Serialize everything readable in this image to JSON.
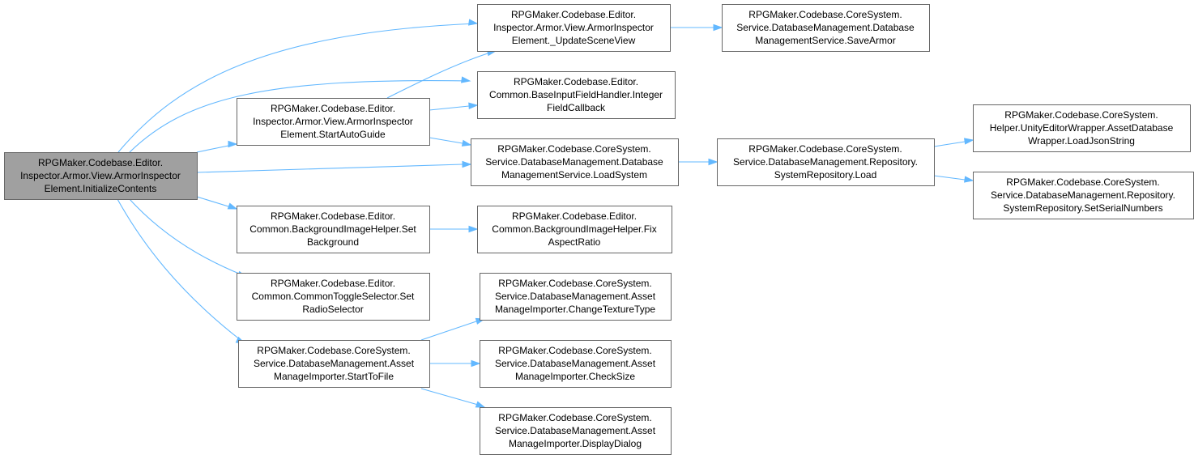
{
  "colors": {
    "edge": "#63b8ff",
    "root_fill": "#a0a0a0",
    "node_fill": "#ffffff",
    "node_border": "#666666"
  },
  "nodes": [
    {
      "id": "n0",
      "lines": [
        "RPGMaker.Codebase.Editor.",
        "Inspector.Armor.View.ArmorInspector",
        "Element.InitializeContents"
      ],
      "root": true
    },
    {
      "id": "n1",
      "lines": [
        "RPGMaker.Codebase.Editor.",
        "Inspector.Armor.View.ArmorInspector",
        "Element._UpdateSceneView"
      ]
    },
    {
      "id": "n2",
      "lines": [
        "RPGMaker.Codebase.CoreSystem.",
        "Service.DatabaseManagement.Database",
        "ManagementService.SaveArmor"
      ]
    },
    {
      "id": "n3",
      "lines": [
        "RPGMaker.Codebase.Editor.",
        "Common.BaseInputFieldHandler.Integer",
        "FieldCallback"
      ]
    },
    {
      "id": "n4",
      "lines": [
        "RPGMaker.Codebase.Editor.",
        "Inspector.Armor.View.ArmorInspector",
        "Element.StartAutoGuide"
      ]
    },
    {
      "id": "n5",
      "lines": [
        "RPGMaker.Codebase.CoreSystem.",
        "Service.DatabaseManagement.Database",
        "ManagementService.LoadSystem"
      ]
    },
    {
      "id": "n6",
      "lines": [
        "RPGMaker.Codebase.CoreSystem.",
        "Service.DatabaseManagement.Repository.",
        "SystemRepository.Load"
      ]
    },
    {
      "id": "n7",
      "lines": [
        "RPGMaker.Codebase.CoreSystem.",
        "Helper.UnityEditorWrapper.AssetDatabase",
        "Wrapper.LoadJsonString"
      ]
    },
    {
      "id": "n8",
      "lines": [
        "RPGMaker.Codebase.CoreSystem.",
        "Service.DatabaseManagement.Repository.",
        "SystemRepository.SetSerialNumbers"
      ]
    },
    {
      "id": "n9",
      "lines": [
        "RPGMaker.Codebase.Editor.",
        "Common.BackgroundImageHelper.Set",
        "Background"
      ]
    },
    {
      "id": "n10",
      "lines": [
        "RPGMaker.Codebase.Editor.",
        "Common.BackgroundImageHelper.Fix",
        "AspectRatio"
      ]
    },
    {
      "id": "n11",
      "lines": [
        "RPGMaker.Codebase.Editor.",
        "Common.CommonToggleSelector.Set",
        "RadioSelector"
      ]
    },
    {
      "id": "n12",
      "lines": [
        "RPGMaker.Codebase.CoreSystem.",
        "Service.DatabaseManagement.Asset",
        "ManageImporter.StartToFile"
      ]
    },
    {
      "id": "n13",
      "lines": [
        "RPGMaker.Codebase.CoreSystem.",
        "Service.DatabaseManagement.Asset",
        "ManageImporter.ChangeTextureType"
      ]
    },
    {
      "id": "n14",
      "lines": [
        "RPGMaker.Codebase.CoreSystem.",
        "Service.DatabaseManagement.Asset",
        "ManageImporter.CheckSize"
      ]
    },
    {
      "id": "n15",
      "lines": [
        "RPGMaker.Codebase.CoreSystem.",
        "Service.DatabaseManagement.Asset",
        "ManageImporter.DisplayDialog"
      ]
    }
  ],
  "edges": [
    {
      "from": "n0",
      "to": "n1"
    },
    {
      "from": "n0",
      "to": "n3"
    },
    {
      "from": "n0",
      "to": "n4"
    },
    {
      "from": "n0",
      "to": "n5"
    },
    {
      "from": "n0",
      "to": "n9"
    },
    {
      "from": "n0",
      "to": "n11"
    },
    {
      "from": "n0",
      "to": "n12"
    },
    {
      "from": "n1",
      "to": "n2"
    },
    {
      "from": "n4",
      "to": "n1"
    },
    {
      "from": "n4",
      "to": "n3"
    },
    {
      "from": "n4",
      "to": "n5"
    },
    {
      "from": "n5",
      "to": "n6"
    },
    {
      "from": "n6",
      "to": "n7"
    },
    {
      "from": "n6",
      "to": "n8"
    },
    {
      "from": "n9",
      "to": "n10"
    },
    {
      "from": "n12",
      "to": "n13"
    },
    {
      "from": "n12",
      "to": "n14"
    },
    {
      "from": "n12",
      "to": "n15"
    }
  ]
}
